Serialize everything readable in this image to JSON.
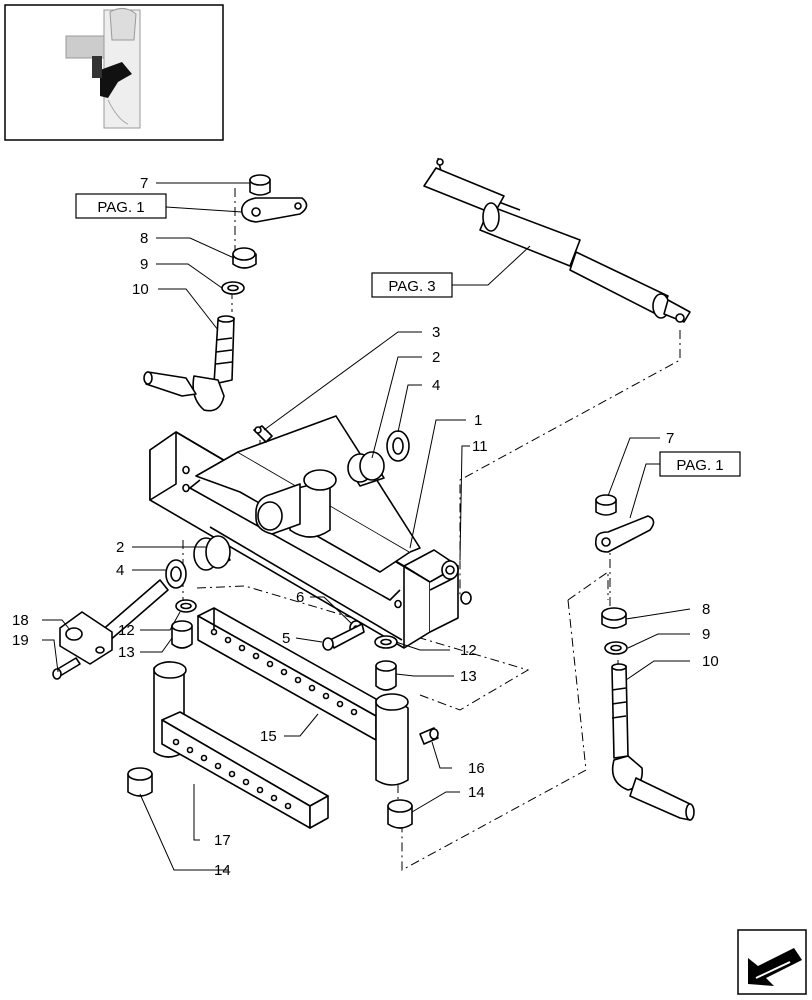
{
  "references": [
    {
      "id": "ref-pag1-left",
      "label": "PAG. 1"
    },
    {
      "id": "ref-pag3",
      "label": "PAG. 3"
    },
    {
      "id": "ref-pag1-right",
      "label": "PAG. 1"
    }
  ],
  "callouts": {
    "c7a": "7",
    "c8a": "8",
    "c9a": "9",
    "c10a": "10",
    "c3": "3",
    "c2a": "2",
    "c4a": "4",
    "c1": "1",
    "c11": "11",
    "c2b": "2",
    "c4b": "4",
    "c18": "18",
    "c19": "19",
    "c12a": "12",
    "c13a": "13",
    "c6": "6",
    "c5": "5",
    "c12b": "12",
    "c13b": "13",
    "c15": "15",
    "c16": "16",
    "c14a": "14",
    "c17": "17",
    "c14b": "14",
    "c7b": "7",
    "c8b": "8",
    "c9b": "9",
    "c10b": "10"
  }
}
